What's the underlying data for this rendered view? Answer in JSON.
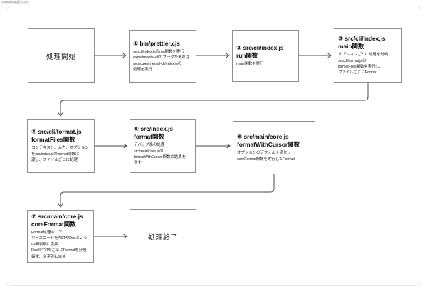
{
  "page": {
    "canvas_label": "Prettierの処理フロー"
  },
  "flowchart": {
    "colors": {
      "box_border": "#8f8f8f",
      "card_border": "#e7e7e7",
      "arrow": "#4a4a4a"
    },
    "start": {
      "label": "処理開始"
    },
    "end": {
      "label": "処理終了"
    },
    "nodes": [
      {
        "number": "①",
        "title": "① bin/prettier.cjs",
        "body": "src/cli/index.jsのrun関数を実行\nexperimental-cliのフラグがあれば\nsrc/experimental-cli/index.jsの\n処理を実行"
      },
      {
        "number": "②",
        "title": "② src/cli/index.js\nrun関数",
        "body": "main関数を実行"
      },
      {
        "number": "③",
        "title": "③ src/cli/index.js\nmain関数",
        "body": "オプションごとに処理を分岐\nsrc/cli/format.jsの\nformatFiles関数を実行し、\nファイルごとにFormat"
      },
      {
        "number": "④",
        "title": "④ src/cli/format.js\nformatFiles関数",
        "body": "コンテキスト、入力、オプション\nをsrc/index.jsのformat関数に\n渡し、ファイルごとに処理"
      },
      {
        "number": "⑤",
        "title": "⑤ src/index.js\nformat関数",
        "body": "デバッグ系の処理\nsrc/main/core.jsの\nformatWithCursor関数の結果を\n返す"
      },
      {
        "number": "⑥",
        "title": "⑥ src/main/core.js\nformatWithCursor関数",
        "body": "オプションのデフォルト値セット\ncoreFormat関数を実行してFormat"
      },
      {
        "number": "⑦",
        "title": "⑦ src/main/core.js\ncoreFormat関数",
        "body": "Format処理のコア\nソースコードをASTやDocという\n中間表現に変換\nDocのTYPEごとにFormatを分岐\n最後、文字列に戻す"
      }
    ]
  }
}
